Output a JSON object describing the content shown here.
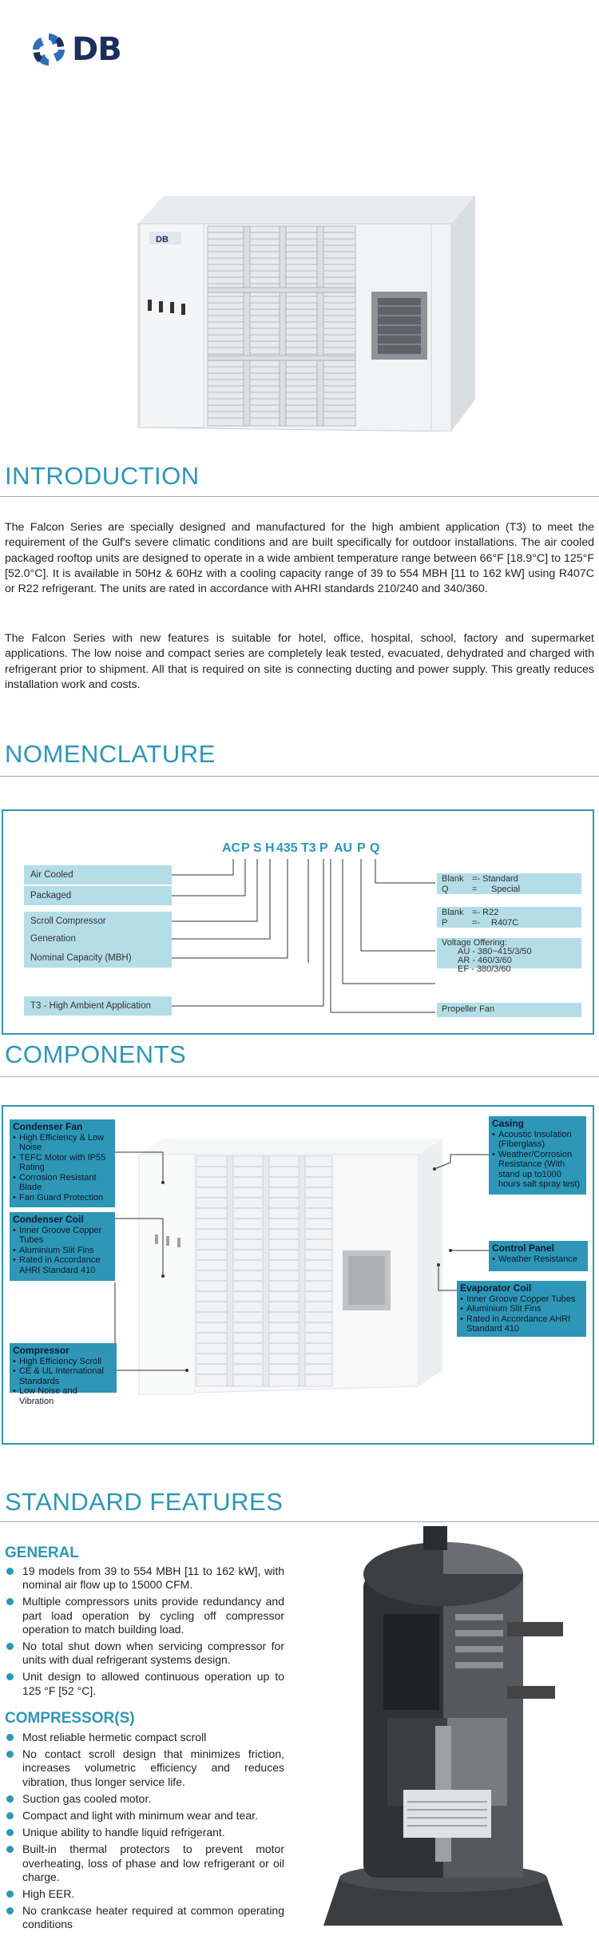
{
  "brand": {
    "name": "DB"
  },
  "introduction": {
    "title": "INTRODUCTION",
    "paragraphs": [
      "The Falcon Series are specially designed and manufactured for the high ambient application (T3) to meet the requirement of the Gulf's severe climatic conditions and are built specifically for outdoor installations. The air cooled packaged rooftop units are designed to operate in a wide ambient temperature range between 66°F [18.9°C] to 125°F [52.0°C]. It is available in 50Hz & 60Hz with a cooling capacity range of 39 to 554 MBH [11 to 162 kW] using R407C or R22 refrigerant. The units are rated in accordance with AHRI standards 210/240 and 340/360.",
      "The Falcon Series with new features is suitable for hotel, office, hospital, school, factory and supermarket applications. The low noise and compact series are completely leak tested, evacuated, dehydrated and charged with refrigerant prior to shipment. All that is required on site is connecting ducting and power supply. This greatly reduces installation work and costs."
    ]
  },
  "nomenclature": {
    "title": "NOMENCLATURE",
    "code": [
      "AC",
      "P",
      "S",
      "H",
      "435",
      "T3",
      "P",
      "AU",
      "P",
      "Q"
    ],
    "left_labels": [
      "Air Cooled",
      "Packaged",
      "Scroll Compressor",
      "Generation",
      "Nominal Capacity (MBH)",
      "T3 - High Ambient Application"
    ],
    "right_boxes": [
      {
        "lines": [
          "Blank",
          "=- Standard",
          "Q",
          "=",
          "Special"
        ]
      },
      {
        "lines": [
          "Blank",
          "=- R22",
          "P",
          "=-",
          "R407C"
        ]
      },
      {
        "lines": [
          "Voltage Offering:",
          "AU - 380~415/3/50",
          "AR - 460/3/60",
          "EF - 380/3/60"
        ]
      },
      {
        "lines": [
          "Propeller Fan"
        ]
      }
    ]
  },
  "components": {
    "title": "COMPONENTS",
    "boxes": [
      {
        "title": "Condenser Fan",
        "items": [
          "High Efficiency & Low Noise",
          "TEFC Motor with IP55 Rating",
          "Corrosion Resistant Blade",
          "Fan Guard Protection"
        ]
      },
      {
        "title": "Condenser Coil",
        "items": [
          "Inner Groove Copper Tubes",
          "Aluminium Slit Fins",
          "Rated in Accordance AHRI Standard 410"
        ]
      },
      {
        "title": "Compressor",
        "items": [
          "High Efficiency Scroll",
          "CE & UL International Standards",
          "Low Noise and Vibration"
        ]
      },
      {
        "title": "Casing",
        "items": [
          "Acoustic Insulation (Fiberglass)",
          "Weather/Corrosion Resistance (With stand up to1000 hours salt spray test)"
        ]
      },
      {
        "title": "Control Panel",
        "items": [
          "Weather Resistance"
        ]
      },
      {
        "title": "Evaporator Coil",
        "items": [
          "Inner Groove Copper Tubes",
          "Aluminium Slit Fins",
          "Rated in Accordance AHRI Standard 410"
        ]
      }
    ]
  },
  "standard_features": {
    "title": "STANDARD FEATURES",
    "general": {
      "heading": "GENERAL",
      "items": [
        "19 models from 39 to 554 MBH [11 to 162 kW], with nominal air flow up to 15000 CFM.",
        "Multiple compressors units provide redundancy and part load operation by cycling off compressor operation to match building load.",
        "No total shut down when servicing compressor for units with dual refrigerant systems design.",
        "Unit design to allowed continuous operation up to 125 °F [52 °C]."
      ]
    },
    "compressors": {
      "heading": "COMPRESSOR(S)",
      "items": [
        "Most reliable hermetic compact scroll",
        "No contact scroll design that minimizes friction, increases volumetric efficiency and reduces vibration, thus longer service life.",
        "Suction gas cooled motor.",
        "Compact and light with minimum wear and tear.",
        "Unique ability to handle liquid refrigerant.",
        "Built-in thermal protectors to prevent motor overheating, loss of phase and low refrigerant or oil charge.",
        "High EER.",
        "No crankcase heater required at common operating conditions"
      ]
    }
  },
  "colors": {
    "accent": "#2e96b6",
    "brand": "#1b2f5f",
    "label_bg": "#b4dde8"
  }
}
